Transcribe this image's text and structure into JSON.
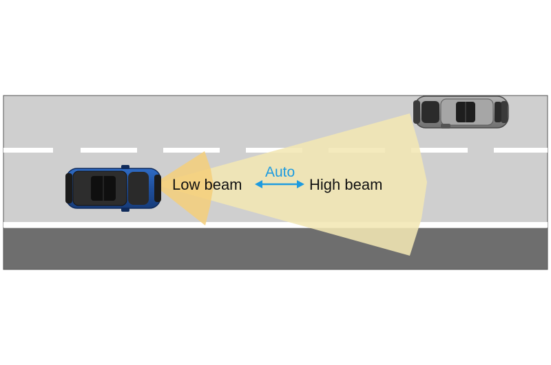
{
  "labels": {
    "low_beam": "Low beam",
    "high_beam": "High beam",
    "auto": "Auto"
  },
  "colors": {
    "road_light": "#cfcfcf",
    "road_dark": "#6e6e6e",
    "lane_marking": "#ffffff",
    "high_beam_light": "#f3e7b4",
    "low_beam_light": "#f5cf7a",
    "auto_arrow": "#1d9be0",
    "own_car": "#1f4f9c",
    "oncoming_car": "#8a8a8a"
  },
  "icons": {
    "own_car": "blue-car-icon",
    "oncoming_car": "gray-car-icon",
    "auto_arrow": "double-arrow-icon"
  }
}
